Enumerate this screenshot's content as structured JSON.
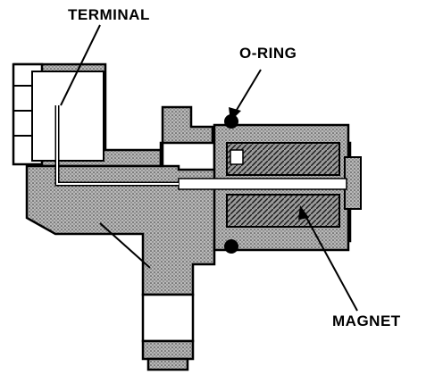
{
  "labels": {
    "terminal": "TERMINAL",
    "o_ring": "O-RING",
    "magnet": "MAGNET"
  },
  "colors": {
    "ink": "#000000",
    "body_fill": "#8f8f8f",
    "background": "#ffffff"
  }
}
